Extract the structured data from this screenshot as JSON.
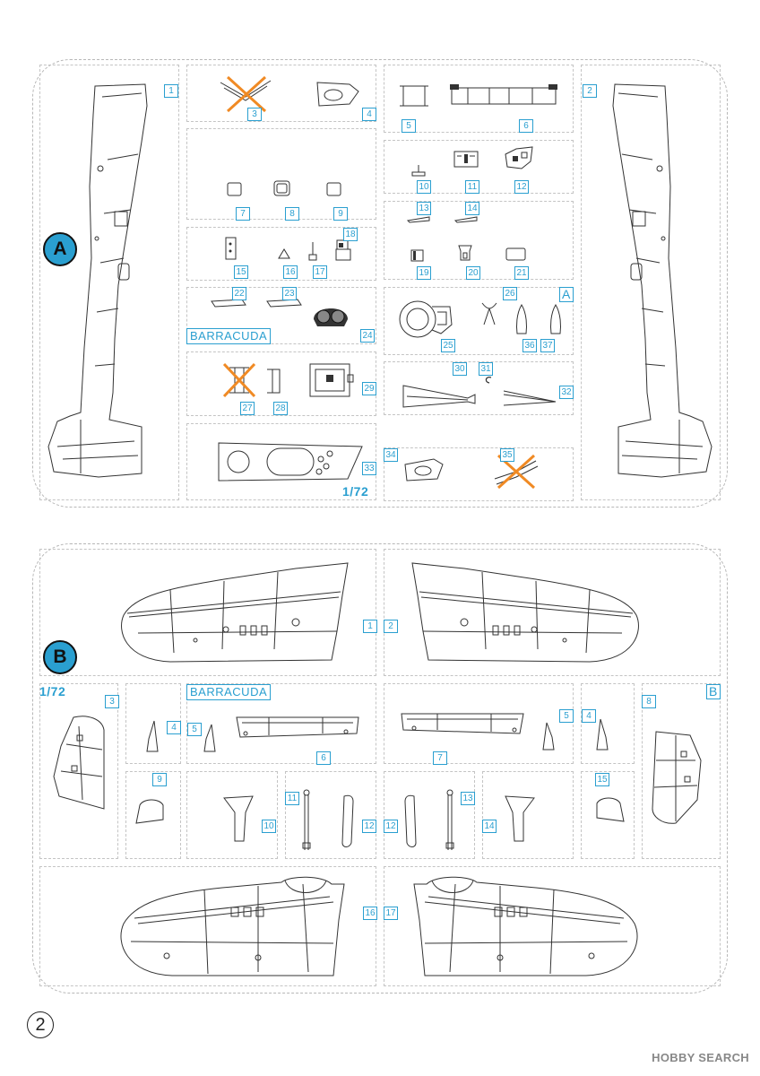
{
  "sprue_a": {
    "badge": "A",
    "title": "BARRACUDA",
    "scale": "1/72",
    "letter_tag": "A",
    "part_numbers": [
      "1",
      "2",
      "3",
      "4",
      "5",
      "6",
      "7",
      "8",
      "9",
      "10",
      "11",
      "12",
      "13",
      "14",
      "15",
      "16",
      "17",
      "18",
      "19",
      "20",
      "21",
      "22",
      "23",
      "24",
      "25",
      "26",
      "27",
      "28",
      "29",
      "30",
      "31",
      "32",
      "33",
      "34",
      "35",
      "36",
      "37"
    ],
    "crossed_out": [
      "3",
      "27",
      "35"
    ]
  },
  "sprue_b": {
    "badge": "B",
    "title": "BARRACUDA",
    "scale": "1/72",
    "letter_tag": "B",
    "part_numbers": [
      "1",
      "2",
      "3",
      "4",
      "4",
      "5",
      "5",
      "6",
      "7",
      "8",
      "9",
      "10",
      "11",
      "12",
      "12",
      "13",
      "14",
      "15",
      "16",
      "17"
    ]
  },
  "page_number": "2",
  "watermark": "HOBBY SEARCH",
  "colors": {
    "accent": "#2a9fd0",
    "cross": "#f08a24",
    "line": "#333333"
  }
}
